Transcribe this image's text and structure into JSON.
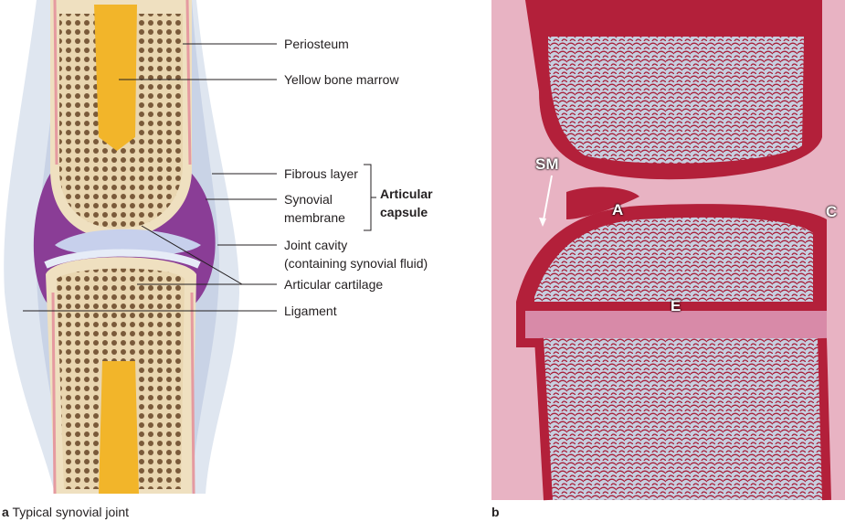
{
  "panel_a": {
    "caption_letter": "a",
    "caption_text": "Typical synovial joint",
    "labels": {
      "periosteum": "Periosteum",
      "yellow_bone_marrow": "Yellow bone marrow",
      "fibrous_layer": "Fibrous layer",
      "synovial_line1": "Synovial",
      "synovial_line2": "membrane",
      "joint_cavity_line1": "Joint cavity",
      "joint_cavity_line2": "(containing synovial fluid)",
      "articular_cartilage": "Articular cartilage",
      "ligament": "Ligament"
    },
    "bracket_label_line1": "Articular",
    "bracket_label_line2": "capsule"
  },
  "panel_b": {
    "caption_letter": "b",
    "markers": {
      "sm": "SM",
      "a": "A",
      "c": "C",
      "e": "E"
    }
  },
  "colors": {
    "marrow": "#f2b52a",
    "bone": "#efe0c0",
    "synovial": "#8a3d96",
    "tissue_red": "#b3203a",
    "tissue_pink": "#e8b3c3",
    "trabecular": "#b9c3d6"
  }
}
